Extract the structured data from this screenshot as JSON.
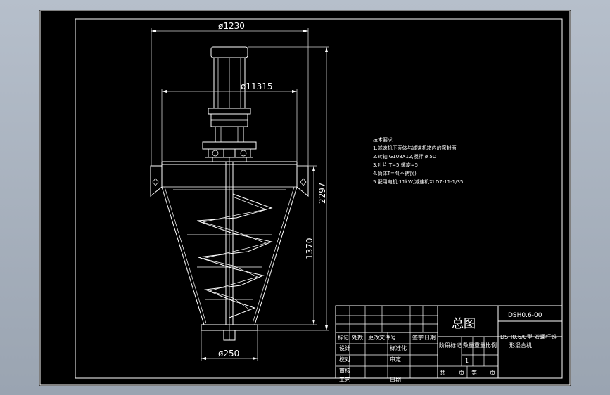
{
  "dimensions": {
    "top_diameter": "ø1230",
    "mid_diameter": "ø11315",
    "bottom_diameter": "ø250",
    "total_height": "2297",
    "cone_height": "1370"
  },
  "tech_notes": {
    "title": "技术要求",
    "items": [
      "1.减速机下壳体与减速机箱内的密封面",
      "2.转轴 G108X12,搅拌 ø 5D",
      "3.叶片 T=5,螺旋=5",
      "4.筒体T=4(不锈钢)",
      "5.配用电机:11kW,减速机XLD7-11-1/35."
    ]
  },
  "title_block": {
    "drawing_no": "DSH0.6-00",
    "drawing_name": "总图",
    "product_name_line1": "DSH0.6/0型 双螺杆锥",
    "product_name_line2": "形混合机",
    "row_labels": [
      "标记",
      "处数",
      "更改文件号",
      "签字",
      "日期"
    ],
    "left_labels": [
      "设计",
      "校对",
      "审核",
      "工艺"
    ],
    "standardize": "标准化",
    "approve": "审定",
    "date": "日期",
    "stage_label": "阶段标记",
    "weight": "重量",
    "scale": "比例",
    "quantity_label": "数量",
    "quantity": "1",
    "sheet_total": "共",
    "sheet_unit": "页",
    "sheet_no": "第",
    "sheet_unit2": "页"
  }
}
